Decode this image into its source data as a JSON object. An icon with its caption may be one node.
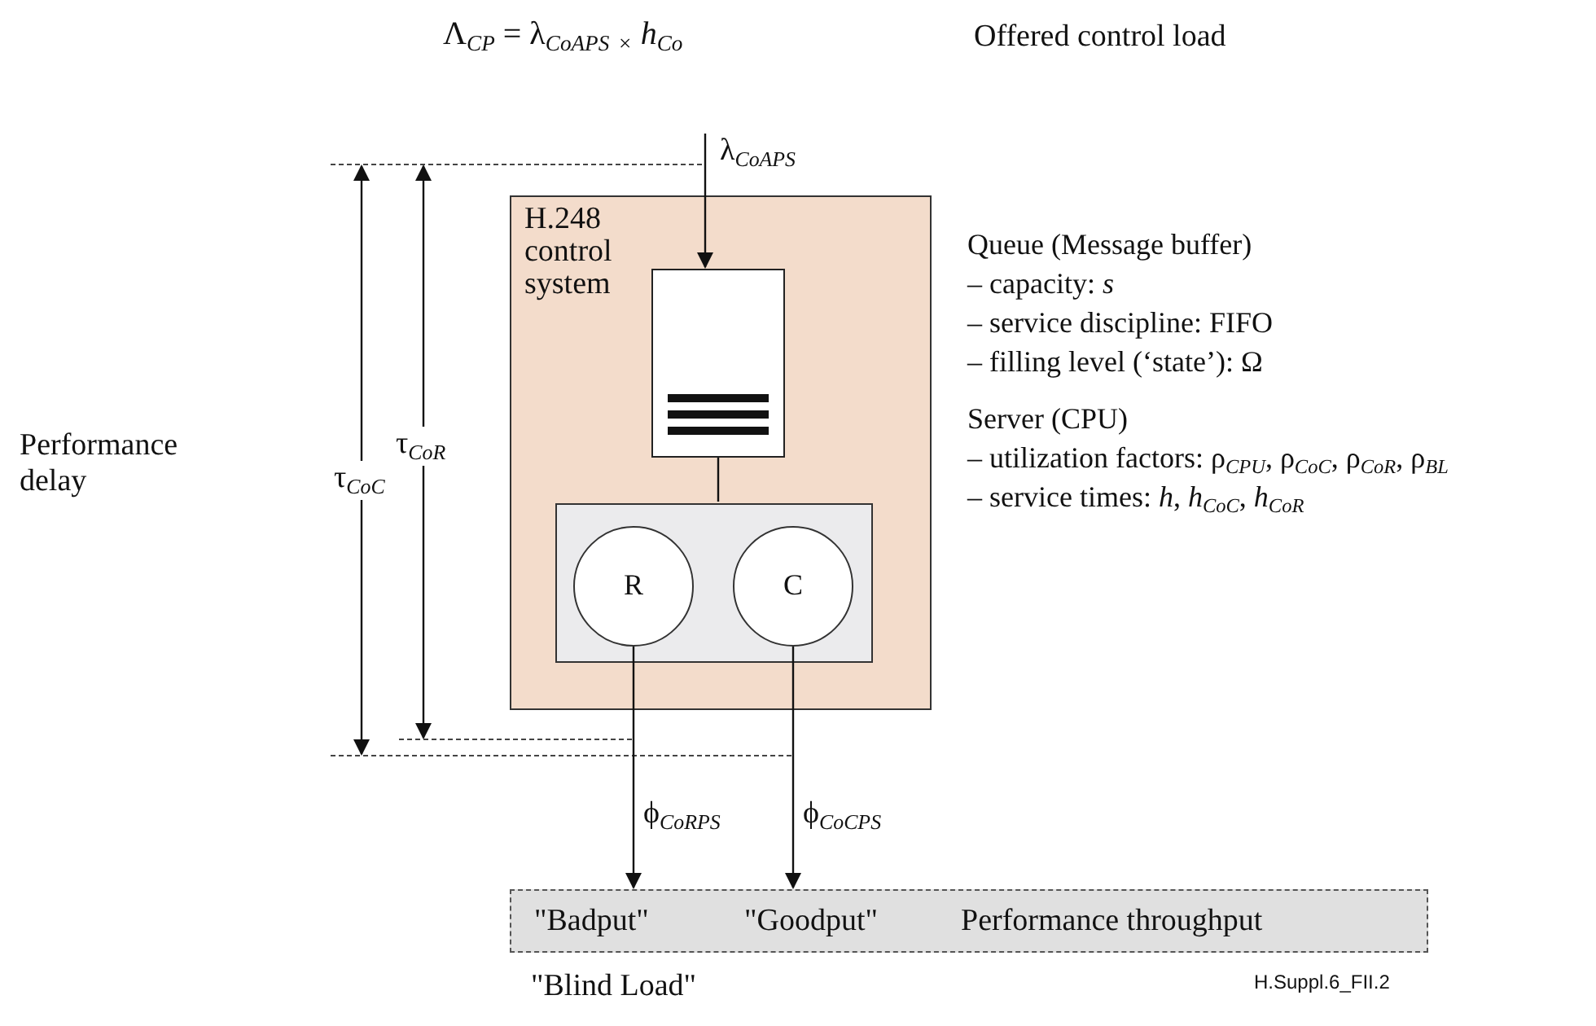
{
  "diagram": {
    "nodes": [
      {
        "text": [
          "H.248 control system"
        ]
      },
      {
        "text": [],
        "shape": "box",
        "in": 0
      },
      {
        "text": [],
        "shape": "box",
        "in": 0
      },
      {
        "text": [
          "R"
        ],
        "in": 2
      },
      {
        "text": [
          "C"
        ],
        "in": 2
      },
      {
        "text": [
          "\"Badput\"",
          "\"Goodput\"",
          "Performance throughput"
        ],
        "beside": [
          "\"Blind Load\""
        ]
      }
    ],
    "edges": [
      {
        "from": null,
        "to": 1,
        "arrow": "to",
        "label": "λ$_{CoAPS}$"
      },
      {
        "from": 1,
        "to": 2,
        "arrow": "none"
      },
      {
        "from": 3,
        "to": 5,
        "arrow": "to",
        "label": "ϕ$_{CoRPS}$"
      },
      {
        "from": 4,
        "to": 5,
        "arrow": "to",
        "label": "ϕ$_{CoCPS}$"
      }
    ],
    "labels": [
      "Λ$_{CP}$ = λ$_{CoAPS}$ $_{×}$ *h*$_{Co}$",
      "Offered control load",
      "Queue (Message buffer)",
      "– capacity: *s*",
      "– service discipline: FIFO",
      "– filling level (‘state’): Ω",
      "Performance delay",
      "τ$_{CoC}$",
      "τ$_{CoR}$",
      "Server (CPU)",
      "– utilization factors: ρ$_{CPU}$, ρ$_{CoC}$, ρ$_{CoR}$, ρ$_{BL}$",
      "– service times: *h*, *h*$_{CoC}$, *h*$_{CoR}$",
      "H.Suppl.6_FII.2"
    ]
  }
}
